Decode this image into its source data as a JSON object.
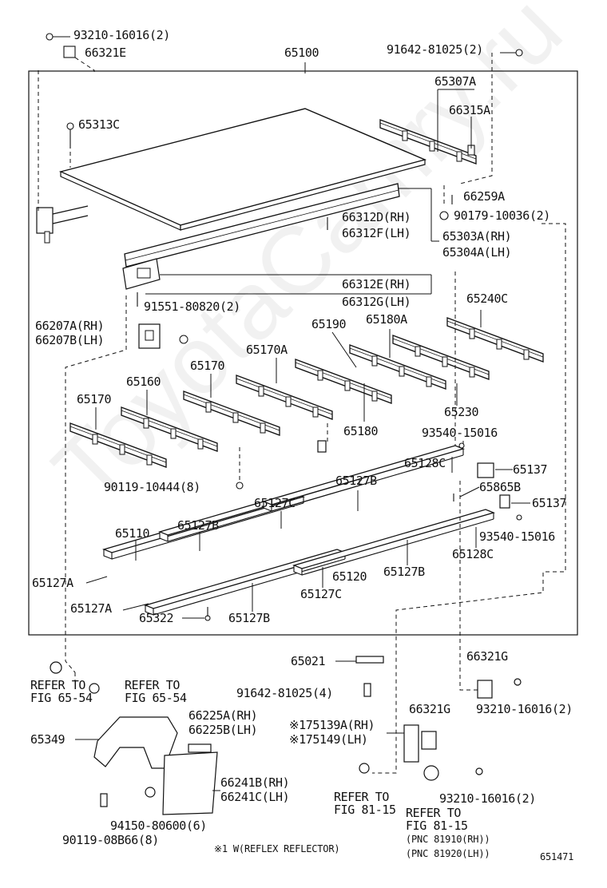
{
  "watermark": "ToyotaCamry.ru",
  "diagram_id": "651471",
  "footnote": "※1 W(REFLEX REFLECTOR)",
  "labels": [
    {
      "id": "p93210_16016_top",
      "text": "93210-16016(2)"
    },
    {
      "id": "p66321E",
      "text": "66321E"
    },
    {
      "id": "p65100",
      "text": "65100"
    },
    {
      "id": "p91642_81025_2",
      "text": "91642-81025(2)"
    },
    {
      "id": "p65307A",
      "text": "65307A"
    },
    {
      "id": "p66315A",
      "text": "66315A"
    },
    {
      "id": "p65313C",
      "text": "65313C"
    },
    {
      "id": "p66259A",
      "text": "66259A"
    },
    {
      "id": "p90179_10036",
      "text": "90179-10036(2)"
    },
    {
      "id": "p66312D",
      "text": "66312D(RH)"
    },
    {
      "id": "p66312F",
      "text": "66312F(LH)"
    },
    {
      "id": "p65303A",
      "text": "65303A(RH)"
    },
    {
      "id": "p65304A",
      "text": "65304A(LH)"
    },
    {
      "id": "p66312E",
      "text": "66312E(RH)"
    },
    {
      "id": "p66312G",
      "text": "66312G(LH)"
    },
    {
      "id": "p91551_80820",
      "text": "91551-80820(2)"
    },
    {
      "id": "p65240C",
      "text": "65240C"
    },
    {
      "id": "p66207A",
      "text": "66207A(RH)"
    },
    {
      "id": "p66207B",
      "text": "66207B(LH)"
    },
    {
      "id": "p65190",
      "text": "65190"
    },
    {
      "id": "p65180A",
      "text": "65180A"
    },
    {
      "id": "p65170A",
      "text": "65170A"
    },
    {
      "id": "p65170_mid",
      "text": "65170"
    },
    {
      "id": "p65160",
      "text": "65160"
    },
    {
      "id": "p65170_left",
      "text": "65170"
    },
    {
      "id": "p65180",
      "text": "65180"
    },
    {
      "id": "p65230",
      "text": "65230"
    },
    {
      "id": "p93540_15016_a",
      "text": "93540-15016"
    },
    {
      "id": "p65128C_a",
      "text": "65128C"
    },
    {
      "id": "p65137_a",
      "text": "65137"
    },
    {
      "id": "p65127B_a",
      "text": "65127B"
    },
    {
      "id": "p65865B",
      "text": "65865B"
    },
    {
      "id": "p90119_10444",
      "text": "90119-10444(8)"
    },
    {
      "id": "p65127C_a",
      "text": "65127C"
    },
    {
      "id": "p65137_b",
      "text": "65137"
    },
    {
      "id": "p65110",
      "text": "65110"
    },
    {
      "id": "p65127B_b",
      "text": "65127B"
    },
    {
      "id": "p93540_15016_b",
      "text": "93540-15016"
    },
    {
      "id": "p65128C_b",
      "text": "65128C"
    },
    {
      "id": "p65127A_a",
      "text": "65127A"
    },
    {
      "id": "p65120",
      "text": "65120"
    },
    {
      "id": "p65127B_c",
      "text": "65127B"
    },
    {
      "id": "p65127C_b",
      "text": "65127C"
    },
    {
      "id": "p65127A_b",
      "text": "65127A"
    },
    {
      "id": "p65322",
      "text": "65322"
    },
    {
      "id": "p65127B_d",
      "text": "65127B"
    },
    {
      "id": "p65021",
      "text": "65021"
    },
    {
      "id": "p66321G_a",
      "text": "66321G"
    },
    {
      "id": "p_refer_6554_a1",
      "text": "REFER TO"
    },
    {
      "id": "p_refer_6554_a2",
      "text": "FIG 65-54"
    },
    {
      "id": "p_refer_6554_b1",
      "text": "REFER TO"
    },
    {
      "id": "p_refer_6554_b2",
      "text": "FIG 65-54"
    },
    {
      "id": "p91642_81025_4",
      "text": "91642-81025(4)"
    },
    {
      "id": "p66321G_b",
      "text": "66321G"
    },
    {
      "id": "p93210_16016_r",
      "text": "93210-16016(2)"
    },
    {
      "id": "p66225A",
      "text": "66225A(RH)"
    },
    {
      "id": "p66225B",
      "text": "66225B(LH)"
    },
    {
      "id": "p75139A",
      "text": "※175139A(RH)"
    },
    {
      "id": "p75149",
      "text": "※175149(LH)"
    },
    {
      "id": "p65349",
      "text": "65349"
    },
    {
      "id": "p66241B",
      "text": "66241B(RH)"
    },
    {
      "id": "p66241C",
      "text": "66241C(LH)"
    },
    {
      "id": "p_refer_8115_a1",
      "text": "REFER TO"
    },
    {
      "id": "p_refer_8115_a2",
      "text": "FIG 81-15"
    },
    {
      "id": "p93210_16016_b",
      "text": "93210-16016(2)"
    },
    {
      "id": "p94150_80600",
      "text": "94150-80600(6)"
    },
    {
      "id": "p_refer_8115_b1",
      "text": "REFER TO"
    },
    {
      "id": "p_refer_8115_b2",
      "text": "FIG 81-15"
    },
    {
      "id": "p_pnc_81910",
      "text": "(PNC 81910(RH))"
    },
    {
      "id": "p_pnc_81920",
      "text": "(PNC 81920(LH))"
    },
    {
      "id": "p90119_08B66",
      "text": "90119-08B66(8)"
    }
  ]
}
